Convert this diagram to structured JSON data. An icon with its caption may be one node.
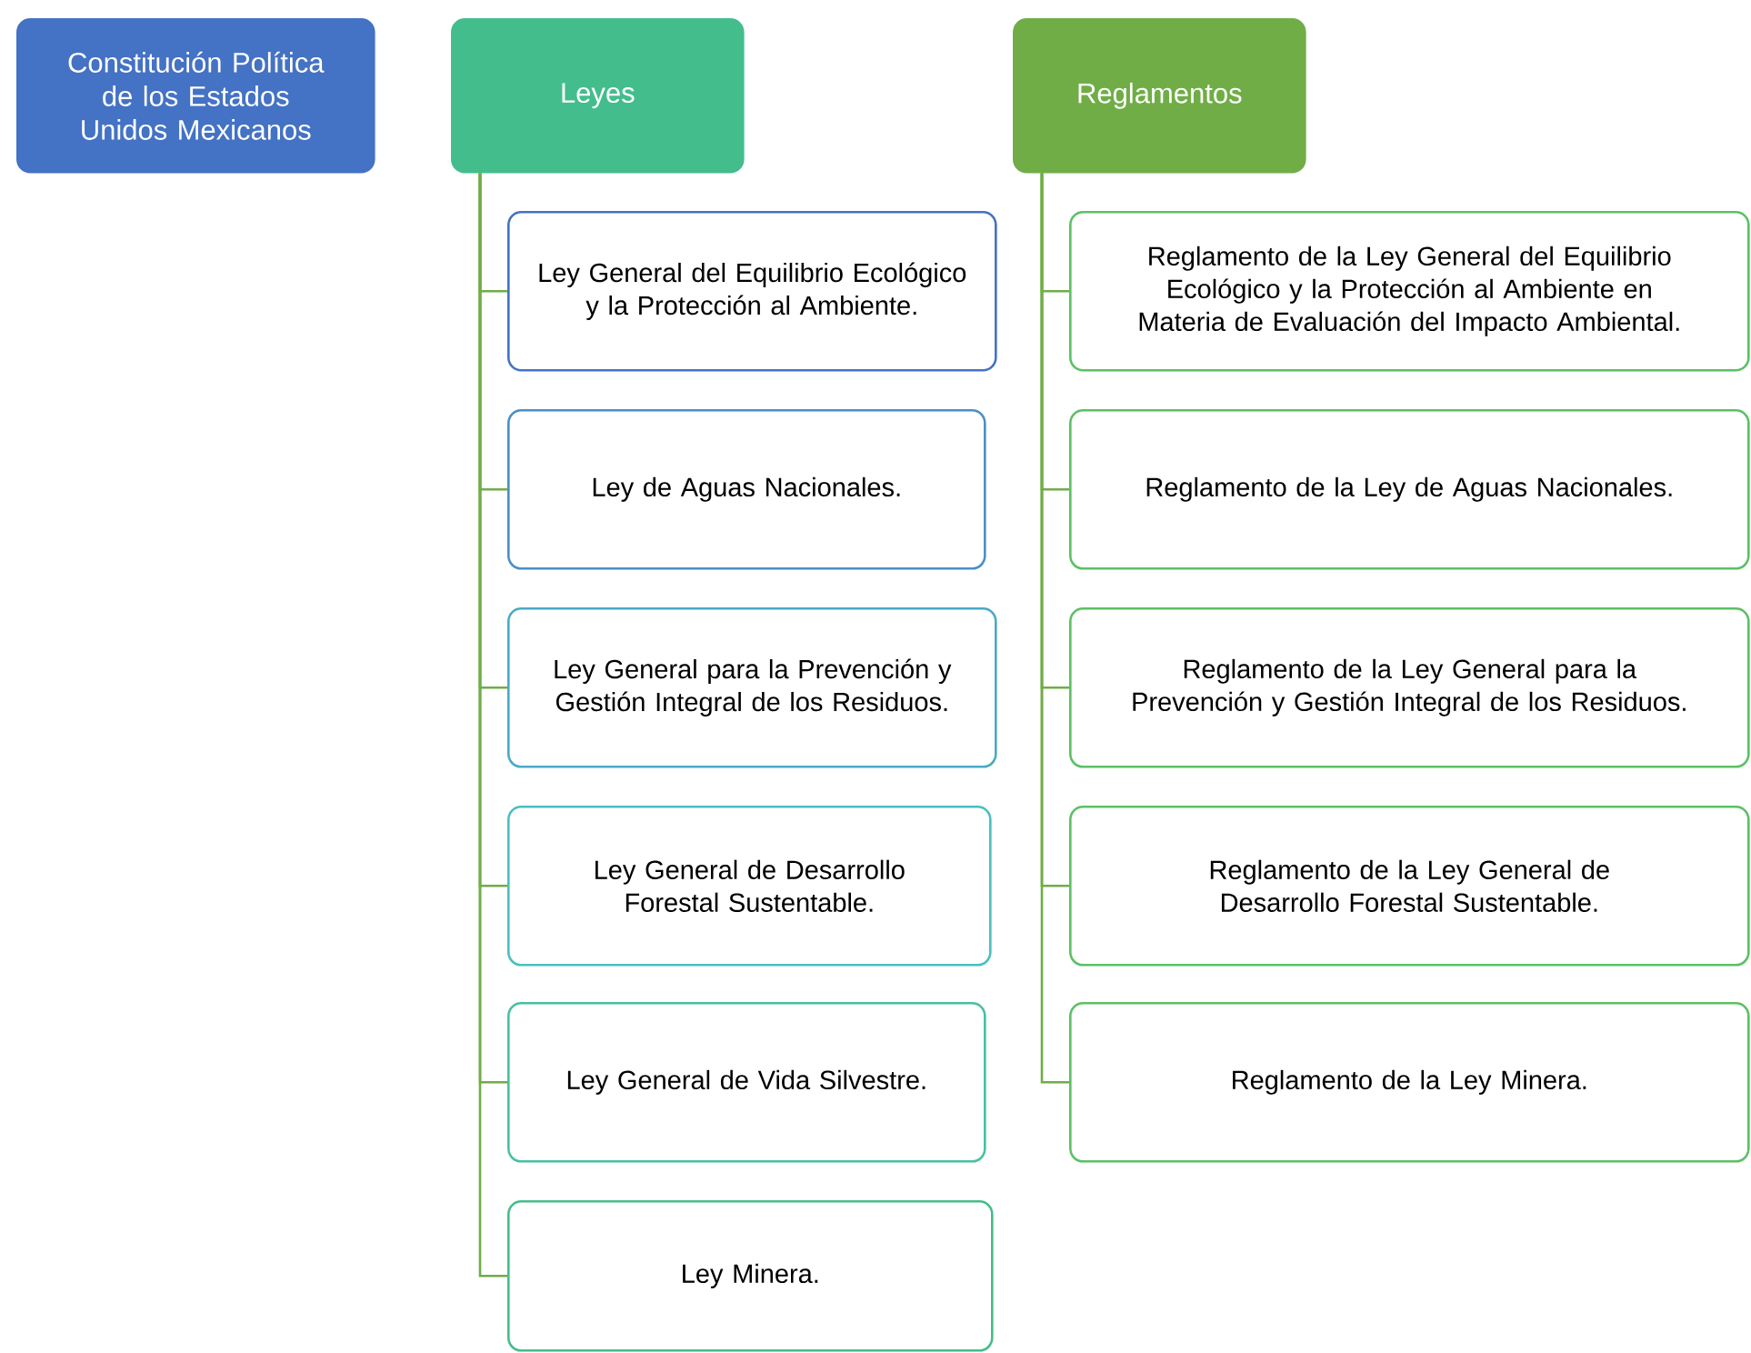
{
  "diagram": {
    "nodes": [
      {
        "text": [
          "Constitución Política de los Estados Unidos Mexicanos"
        ]
      },
      {
        "text": [
          "Leyes"
        ]
      },
      {
        "text": [
          "Ley General del Equilibrio Ecológico y la Protección al Ambiente."
        ]
      },
      {
        "text": [
          "Ley de Aguas Nacionales."
        ]
      },
      {
        "text": [
          "Ley General para la Prevención y Gestión Integral de los Residuos."
        ]
      },
      {
        "text": [
          "Ley General de Desarrollo Forestal Sustentable."
        ]
      },
      {
        "text": [
          "Ley General de Vida Silvestre."
        ]
      },
      {
        "text": [
          "Ley Minera."
        ]
      },
      {
        "text": [
          "Reglamentos"
        ]
      },
      {
        "text": [
          "Reglamento de la Ley General del Equilibrio Ecológico y la Protección al Ambiente en Materia de Evaluación del Impacto Ambiental."
        ]
      },
      {
        "text": [
          "Reglamento de la Ley de Aguas Nacionales."
        ]
      },
      {
        "text": [
          "Reglamento de la Ley General para la Prevención y Gestión Integral de los Residuos."
        ]
      },
      {
        "text": [
          "Reglamento de la Ley General de Desarrollo Forestal Sustentable."
        ]
      },
      {
        "text": [
          "Reglamento de la Ley Minera."
        ]
      }
    ],
    "edges": [
      {
        "from": 1,
        "to": 2,
        "arrow": "none"
      },
      {
        "from": 1,
        "to": 3,
        "arrow": "none"
      },
      {
        "from": 1,
        "to": 4,
        "arrow": "none"
      },
      {
        "from": 1,
        "to": 5,
        "arrow": "none"
      },
      {
        "from": 1,
        "to": 6,
        "arrow": "none"
      },
      {
        "from": 1,
        "to": 7,
        "arrow": "none"
      },
      {
        "from": 8,
        "to": 9,
        "arrow": "none"
      },
      {
        "from": 8,
        "to": 10,
        "arrow": "none"
      },
      {
        "from": 8,
        "to": 11,
        "arrow": "none"
      },
      {
        "from": 8,
        "to": 12,
        "arrow": "none"
      },
      {
        "from": 8,
        "to": 13,
        "arrow": "none"
      }
    ]
  }
}
